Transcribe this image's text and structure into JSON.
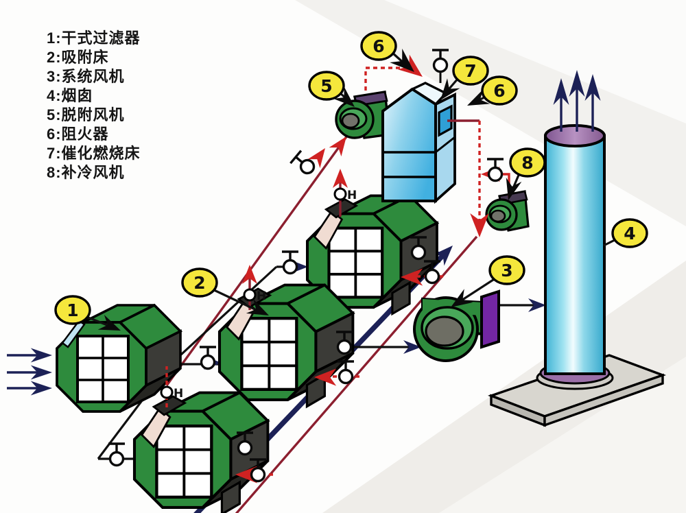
{
  "legend": {
    "items": [
      "1:干式过滤器",
      "2:吸附床",
      "3:系统风机",
      "4:烟囱",
      "5:脱附风机",
      "6:阻火器",
      "7:催化燃烧床",
      "8:补冷风机"
    ]
  },
  "badges": [
    {
      "label": "1"
    },
    {
      "label": "2"
    },
    {
      "label": "3"
    },
    {
      "label": "4"
    },
    {
      "label": "5"
    },
    {
      "label": "6"
    },
    {
      "label": "6"
    },
    {
      "label": "7"
    },
    {
      "label": "8"
    }
  ],
  "labels": {
    "vent": "H"
  },
  "colors": {
    "unit_green": "#2e8b3d",
    "process_navy": "#1c2156",
    "desorb_maroon": "#8c1f2f",
    "hot_red": "#cf2222",
    "badge_yellow": "#f5e73c",
    "chimney_blue": "#49b8d8",
    "outlet_purple": "#7326a3"
  }
}
